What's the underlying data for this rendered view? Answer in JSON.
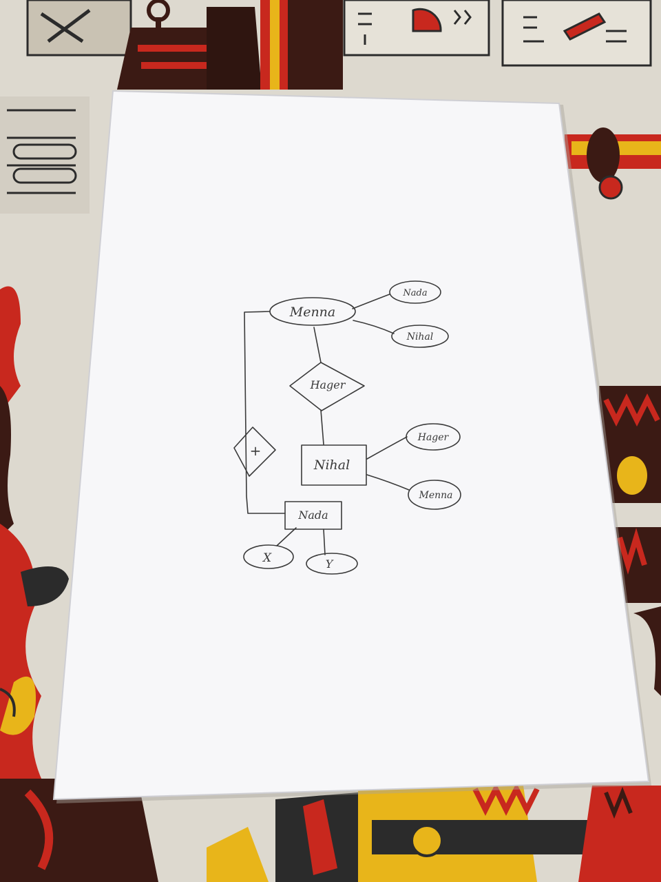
{
  "diagram": {
    "type": "er-diagram-hand-drawn",
    "entities": {
      "nihal": "Nihal",
      "nada": "Nada"
    },
    "relationships": {
      "hager": "Hager",
      "plus": "+"
    },
    "attributes": {
      "menna": "Menna",
      "nada_attr": "Nada",
      "nihal_attr": "Nihal",
      "hager_attr": "Hager",
      "menna_attr": "Menna",
      "x": "X",
      "y": "Y"
    }
  },
  "colors": {
    "paper": "#f7f7f9",
    "ink": "#3a3a3a",
    "tablecloth": "#ddd9cf",
    "accent_red": "#c8281e",
    "accent_dark": "#3b1a14",
    "accent_yellow": "#e8b51a"
  }
}
